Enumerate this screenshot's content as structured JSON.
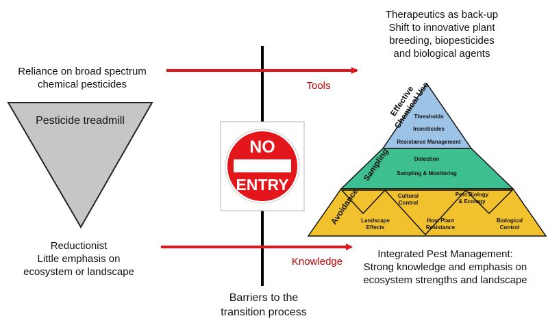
{
  "left": {
    "top_text": [
      "Reliance on broad spectrum",
      "chemical pesticides"
    ],
    "treadmill_label": "Pesticide treadmill",
    "bottom_text": [
      "Reductionist",
      "Little emphasis on",
      "ecosystem or landscape"
    ]
  },
  "middle": {
    "sign_top": "NO",
    "sign_bottom": "ENTRY",
    "caption": [
      "Barriers to the",
      "transition process"
    ]
  },
  "arrows": {
    "top_label": "Tools",
    "bottom_label": "Knowledge"
  },
  "right": {
    "top_text": [
      "Therapeutics as back-up",
      "Shift to innovative plant",
      "breeding, biopesticides",
      "and biological agents"
    ],
    "bottom_text": [
      "Integrated Pest Management:",
      "Strong knowledge and emphasis on",
      "ecosystem strengths and landscape"
    ]
  },
  "pyramid": {
    "side_labels": {
      "top": [
        "Effective",
        "Chemical Use"
      ],
      "middle": "Sampling",
      "bottom": "Avoidance"
    },
    "top_tier": [
      "Thresholds",
      "Insecticides",
      "Resistance Management"
    ],
    "middle_tier": [
      "Detection",
      "Sampling & Monitoring"
    ],
    "bottom_tier": {
      "cultural": [
        "Cultural",
        "Control"
      ],
      "pest_biology": [
        "Pest Biology",
        "& Ecology"
      ],
      "landscape": [
        "Landscape",
        "Effects"
      ],
      "host_plant": [
        "Host Plant",
        "Resistance"
      ],
      "biological": [
        "Biological",
        "Control"
      ]
    }
  },
  "colors": {
    "arrow": "#e3171b",
    "arrow_label": "#c00000",
    "treadmill_fill": "#c6c6c6",
    "sign_red": "#e3171b",
    "tier_top": "#9dc3e6",
    "tier_middle": "#3dbf8f",
    "tier_bottom": "#f2c12e"
  }
}
